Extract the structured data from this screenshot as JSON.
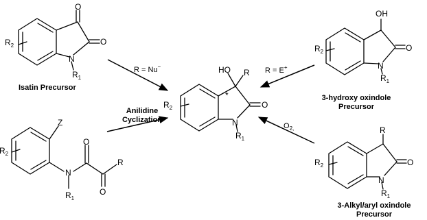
{
  "labels": {
    "isatin": "Isatin Precursor",
    "hydroxy": "3-hydroxy oxindole",
    "precursor": "Precursor",
    "anilidine_1": "Anilidine",
    "anilidine_2": "Cyclization",
    "alkyl": "3-Alkyl/aryl oxindole"
  },
  "conditions": {
    "nu": "R = Nu",
    "nu_sup": "−",
    "e": "R = E",
    "e_sup": "+",
    "o2": "O",
    "o2_sub": "2,"
  },
  "atoms": {
    "O": "O",
    "N": "N",
    "R": "R",
    "HO": "HO",
    "OH": "OH",
    "Z": "Z",
    "R1": "R",
    "R1_sub": "1",
    "R2": "R",
    "R2_sub": "2",
    "star": "*"
  }
}
